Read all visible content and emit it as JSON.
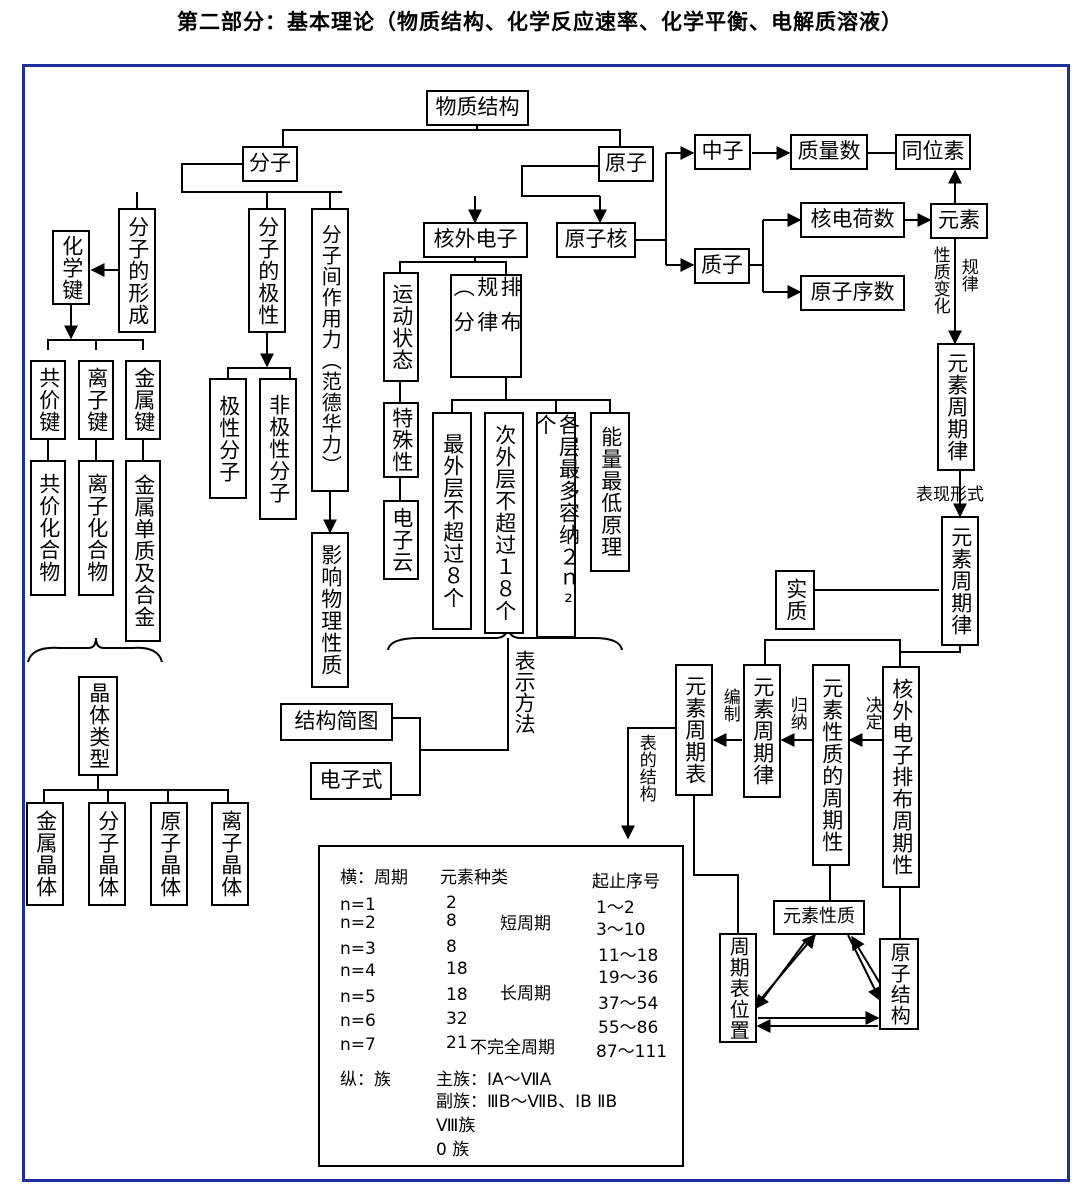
{
  "title": "第二部分：基本理论（物质结构、化学反应速率、化学平衡、电解质溶液）",
  "nodes": {
    "wzjg": "物质结构",
    "fz": "分子",
    "yz": "原子",
    "zz": "中子",
    "zls": "质量数",
    "twsu": "同位素",
    "hwdz": "核外电子",
    "yzh": "原子核",
    "hdhs": "核电荷数",
    "ys": "元素",
    "zhi": "质子",
    "yzxs": "原子序数",
    "hxj": "化学键",
    "fzdxc": "分子的形成",
    "fzdjx": "分子的极性",
    "fzjzyl": "分子间作用力（范德华力）",
    "gjj": "共价键",
    "lzj": "离子键",
    "jsj": "金属键",
    "gjhhw": "共价化合物",
    "lzhhw": "离子化合物",
    "jsdzjhj": "金属单质及合金",
    "jxfz": "极性分子",
    "fjxfz": "非极性分子",
    "yxwlxz": "影响物理性质",
    "ydzt": "运动状态",
    "tsx": "特殊性",
    "dzy": "电子云",
    "pbgl": "排布规律（分",
    "zwcbcg8": "最外层不超过８个",
    "cwcbcg18": "次外层不超过１８个",
    "gczdrn": "各层最多容纳２ｎ²个",
    "nlzdyl": "能量最低原理",
    "ysjzq": "元素周期律",
    "ysjzq2": "元素周期律",
    "sz": "实质",
    "jtlx": "晶体类型",
    "jsjt": "金属晶体",
    "fzjt": "分子晶体",
    "yzjt": "原子晶体",
    "lzjt": "离子晶体",
    "jgjt": "结构简图",
    "dzs": "电子式",
    "ysjqb": "元素周期表",
    "ysjql3": "元素周期律",
    "ysxzdzqx": "元素性质的周期性",
    "hwdzpbzqx": "核外电子排布周期性",
    "ysxz": "元素性质",
    "zqbwz": "周期表位置",
    "yzjg": "原子结构"
  },
  "labels": {
    "xzbh": "性质变化",
    "gl": "规律",
    "bxxs": "表现形式",
    "bsff": "表示方法",
    "bz": "编制",
    "gn": "归纳",
    "jd": "决定",
    "bdjg": "表的结构"
  },
  "table": {
    "h1": "横：周期",
    "h2": "元素种类",
    "h3": "起止序号",
    "periods": [
      {
        "n": "n=1",
        "count": "2",
        "range": "1～2"
      },
      {
        "n": "n=2",
        "count": "8",
        "range": "3～10"
      },
      {
        "n": "n=3",
        "count": "8",
        "range": "11～18"
      },
      {
        "n": "n=4",
        "count": "18",
        "range": "19～36"
      },
      {
        "n": "n=5",
        "count": "18",
        "range": "37～54"
      },
      {
        "n": "n=6",
        "count": "32",
        "range": "55～86"
      },
      {
        "n": "n=7",
        "count": "21",
        "range": "87～111"
      }
    ],
    "short": "短周期",
    "long": "长周期",
    "incomplete": "不完全周期",
    "zu": "纵：族",
    "main": "主族：ⅠA～ⅦA",
    "sub": "副族：ⅢB～ⅦB、ⅠB ⅡB",
    "g8": "Ⅷ族",
    "g0": "0 族"
  }
}
